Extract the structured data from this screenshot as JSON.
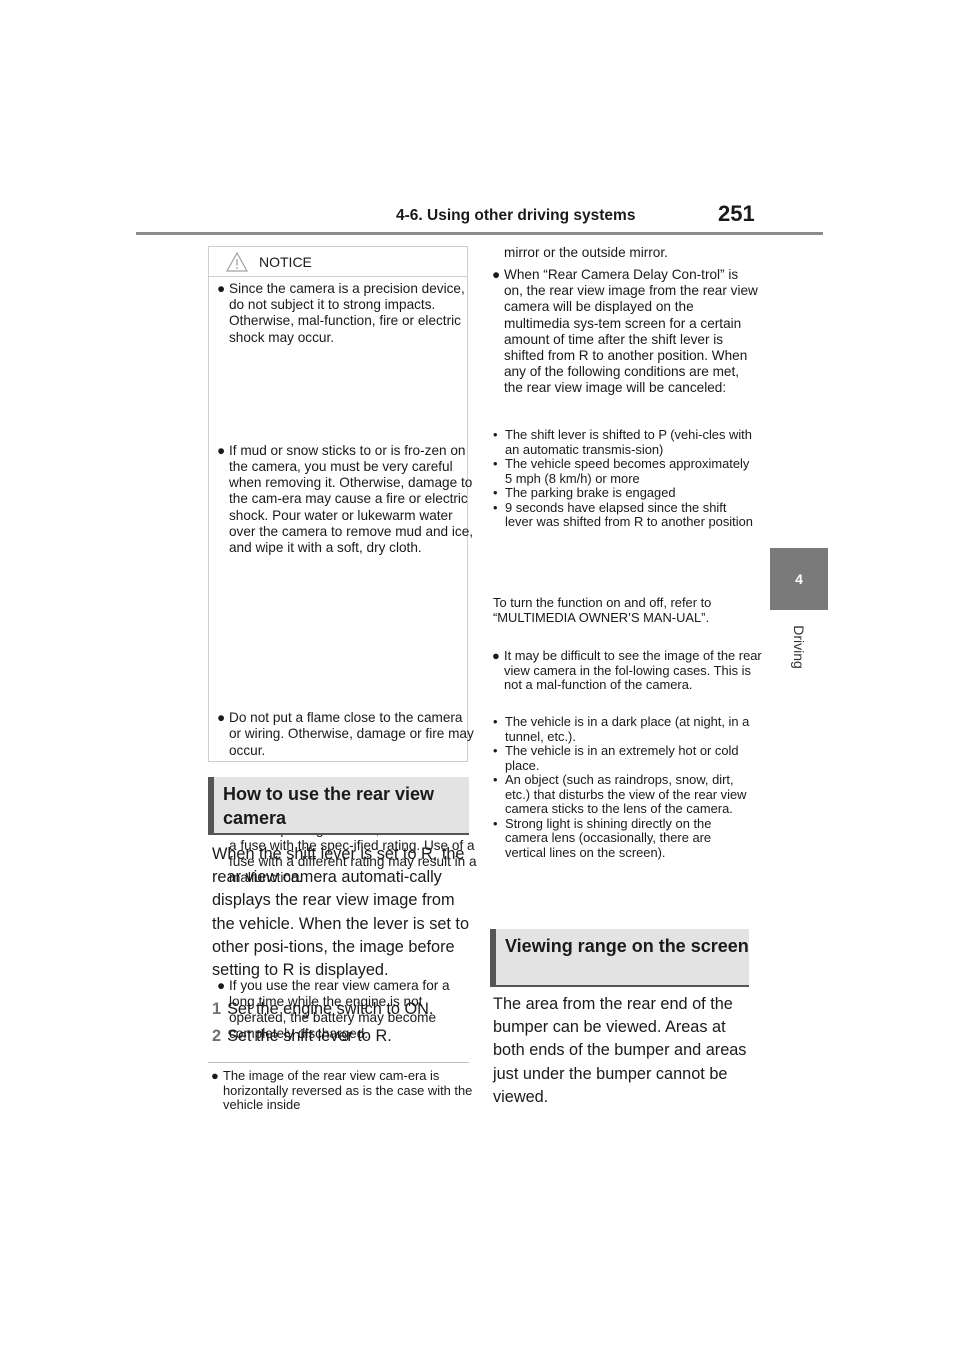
{
  "header": {
    "section_title": "4-6. Using other driving systems",
    "page_number": "251"
  },
  "side_tab": {
    "chapter_number": "4",
    "chapter_label": "Driving"
  },
  "notice": {
    "title": "NOTICE",
    "items": [
      "Since the camera is a precision device, do not subject it to strong impacts. Otherwise, mal-function, fire or electric shock may occur.",
      "If mud or snow sticks to or is fro-zen on the camera, you must be very careful when removing it. Otherwise, damage to the cam-era may cause a fire or electric shock. Pour water or lukewarm water over the camera to remove mud and ice, and wipe it with a soft, dry cloth.",
      "Do not put a flame close to the camera or wiring. Otherwise, damage or fire may occur.",
      "When replacing the fuse, be sure to use a fuse with the spec-ified rating. Use of a fuse with a different rating may result in a malfunction.",
      "If you use the rear view camera for a long time while the engine is not operated, the battery may become completely discharged."
    ]
  },
  "how_to_use": {
    "heading": "How to use the rear view camera",
    "body": "When the shift lever is set to R, the rear view camera automati-cally displays the rear view image from the vehicle. When the lever is set to other posi-tions, the image before setting to R is displayed.",
    "steps": [
      {
        "num": "1",
        "text": "Set the engine switch to ON."
      },
      {
        "num": "2",
        "text": "Set the shift lever to R."
      }
    ],
    "note_start": "The image of the rear view cam-era is horizontally reversed as is the case with the vehicle inside",
    "note_cont": "mirror or the outside mirror."
  },
  "delay_note": {
    "intro": "When “Rear Camera Delay Con-trol” is on, the rear view image from the rear view camera will be displayed on the multimedia sys-tem screen for a certain amount of time after the shift lever is shifted from R to another position. When any of the following conditions are met, the rear view image will be canceled:",
    "conditions": [
      "The shift lever is shifted to P (vehi-cles with an automatic transmis-sion)",
      "The vehicle speed becomes approximately 5 mph (8 km/h) or more",
      "The parking brake is engaged",
      "9 seconds have elapsed since the shift lever was shifted from R to another position"
    ],
    "outro": "To turn the function on and off, refer to “MULTIMEDIA OWNER’S MAN-UAL”."
  },
  "difficult_note": {
    "intro": "It may be difficult to see the image of the rear view camera in the fol-lowing cases. This is not a mal-function of the camera.",
    "cases": [
      "The vehicle is in a dark place (at night, in a tunnel, etc.).",
      "The vehicle is in an extremely hot or cold place.",
      "An object (such as raindrops, snow, dirt, etc.) that disturbs the view of the rear view camera sticks to the lens of the camera.",
      "Strong light is shining directly on the camera lens (occasionally, there are vertical lines on the screen)."
    ]
  },
  "viewing_range": {
    "heading": "Viewing range on the screen",
    "body": "The area from the rear end of the bumper can be viewed. Areas at both ends of the bumper and areas just under the bumper cannot be viewed."
  },
  "glyphs": {
    "bullet": "●",
    "dash": "•"
  },
  "colors": {
    "bullet": "#1a1a1a",
    "heading_bg": "#e3e3e3",
    "tab_bg": "#7a7a7a"
  }
}
